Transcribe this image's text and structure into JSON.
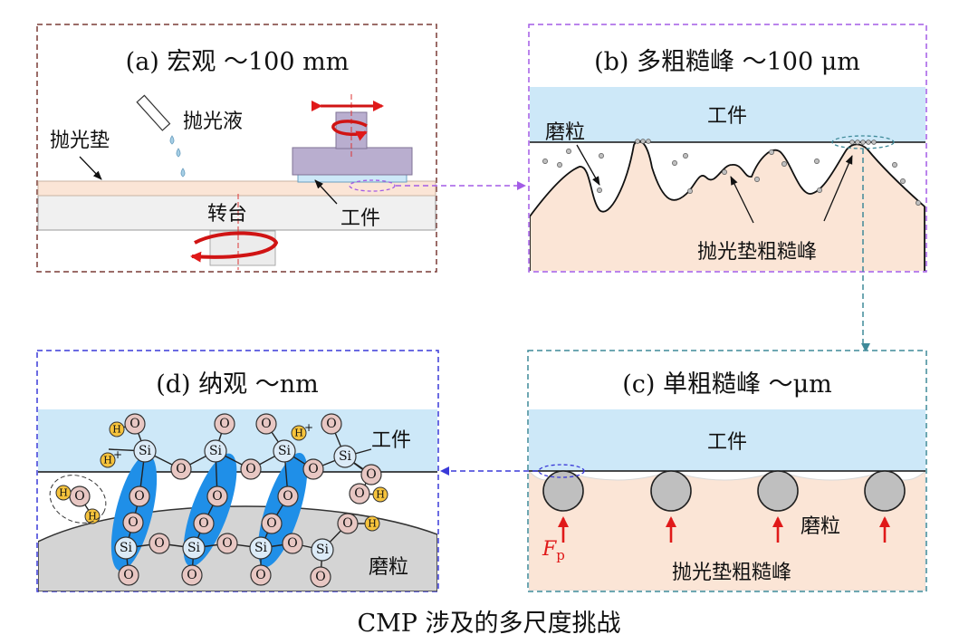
{
  "caption": "CMP 涉及的多尺度挑战",
  "panel_a": {
    "title": "(a) 宏观 ～100 mm",
    "slurry_label": "抛光液",
    "pad_label": "抛光垫",
    "table_label": "转台",
    "workpiece_label": "工件"
  },
  "panel_b": {
    "title": "(b) 多粗糙峰 ～100 μm",
    "workpiece_label": "工件",
    "abrasive_label": "磨粒",
    "asperity_label": "抛光垫粗糙峰"
  },
  "panel_c": {
    "title": "(c) 单粗糙峰 ～μm",
    "workpiece_label": "工件",
    "abrasive_label": "磨粒",
    "asperity_label": "抛光垫粗糙峰",
    "force_symbol": "F",
    "force_subscript": "p"
  },
  "panel_d": {
    "title": "(d) 纳观 ～nm",
    "workpiece_label": "工件",
    "abrasive_label": "磨粒",
    "si": "Si",
    "o": "O",
    "h": "H",
    "h_plus": "H",
    "plus": "+"
  },
  "colors": {
    "panel_a_border": "#7a3b36",
    "panel_b_border": "#a35ce6",
    "panel_c_border": "#3f8a99",
    "panel_d_border": "#3a3ad8",
    "workpiece_fill": "#cde8f8",
    "pad_fill": "#fbe5d6",
    "table_fill": "#f0f0f0",
    "head_fill": "#b9aecf",
    "abrasive_fill": "#bfbfbf",
    "si_fill": "#dcebf7",
    "o_fill": "#e8c7c3",
    "h_fill": "#f6c33c",
    "bond_band": "#1f8fe8",
    "arrow_red": "#e01919"
  }
}
